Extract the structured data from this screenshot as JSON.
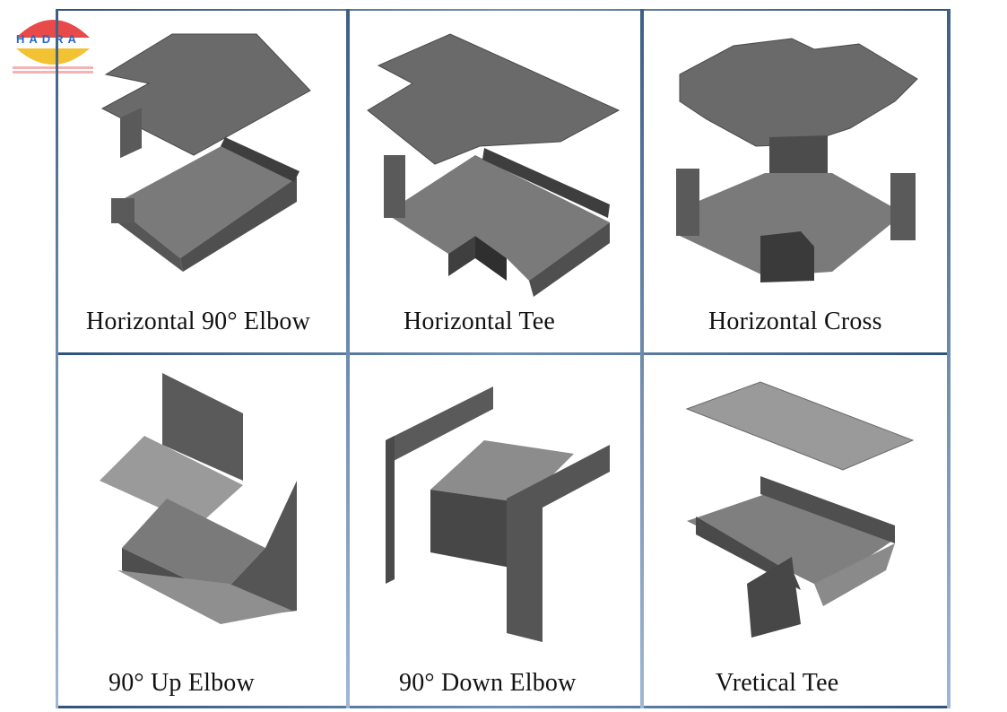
{
  "logo": {
    "text": "HADRA",
    "colors": {
      "red": "#e84a4a",
      "yellow": "#f2c233",
      "pink": "#f5b3b3"
    }
  },
  "colors": {
    "metal_dark": "#5f5f5f",
    "metal_mid": "#7a7a7a",
    "metal_light": "#9a9a9a",
    "grid_line": "#3d5f86"
  },
  "cells": [
    {
      "caption": "Horizontal 90° Elbow",
      "icon": "horizontal-90-elbow-icon"
    },
    {
      "caption": "Horizontal Tee",
      "icon": "horizontal-tee-icon"
    },
    {
      "caption": "Horizontal Cross",
      "icon": "horizontal-cross-icon"
    },
    {
      "caption": "90° Up Elbow",
      "icon": "90-up-elbow-icon"
    },
    {
      "caption": "90° Down Elbow",
      "icon": "90-down-elbow-icon"
    },
    {
      "caption": "Vretical Tee",
      "icon": "vertical-tee-icon"
    }
  ]
}
